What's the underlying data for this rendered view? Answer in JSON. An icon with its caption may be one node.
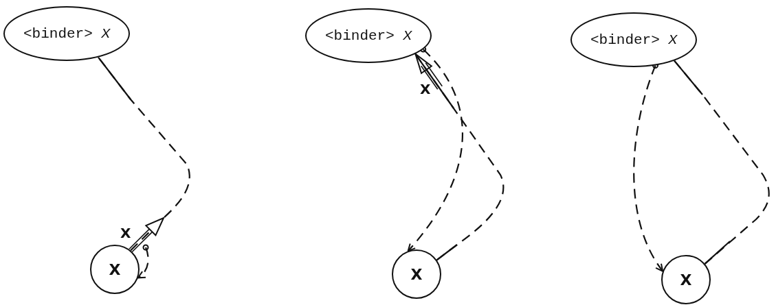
{
  "diagram": {
    "nodes": [
      {
        "text": [
          "<binder> *X*"
        ]
      },
      {
        "text": [
          "X"
        ]
      },
      {
        "text": [
          "<binder> *X*"
        ]
      },
      {
        "text": [
          "X"
        ]
      },
      {
        "text": [
          "<binder> *X*"
        ]
      },
      {
        "text": [
          "X"
        ]
      }
    ],
    "edges": [
      {
        "from": 1,
        "to": 0,
        "arrow": "to",
        "label": "X",
        "style": "dashed"
      },
      {
        "from": null,
        "to": 1,
        "arrow": "to",
        "style": "dashed"
      },
      {
        "from": 3,
        "to": 2,
        "arrow": "to",
        "label": "X",
        "style": "dashed"
      },
      {
        "from": 2,
        "to": 3,
        "arrow": "to",
        "style": "dashed"
      },
      {
        "from": 4,
        "to": 5,
        "arrow": "none",
        "style": "dashed"
      },
      {
        "from": 4,
        "to": 5,
        "arrow": "to",
        "style": "dashed"
      }
    ]
  }
}
